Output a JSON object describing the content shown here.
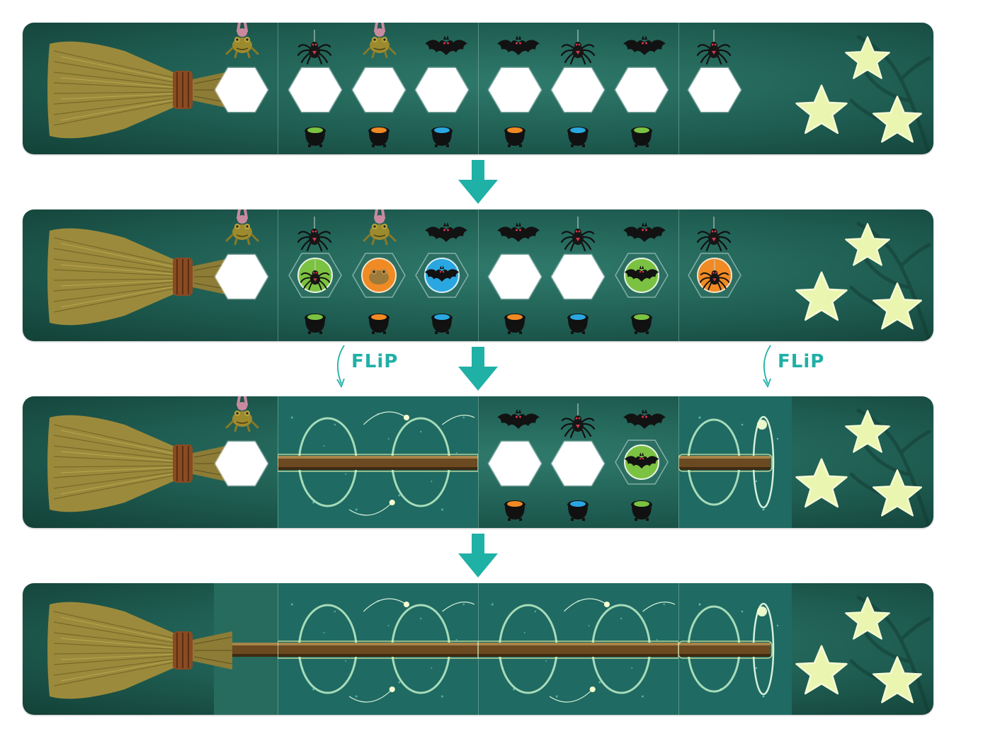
{
  "title": "",
  "colors": {
    "board": "#1f5d52",
    "arrow": "#1fb0a6",
    "star": "#eaf5b0",
    "green_cauldron": "#7cc242",
    "orange_cauldron": "#f08a24",
    "blue_cauldron": "#2aa7e0"
  },
  "flip_labels": [
    "FLiP",
    "FLiP"
  ],
  "icons": [
    "broom-icon",
    "toad-icon",
    "spider-icon",
    "bat-icon",
    "cauldron-icon",
    "star-icon",
    "down-arrow-icon"
  ],
  "rows": [
    {
      "stage": 1,
      "creatures": [
        "toad",
        "spider",
        "toad",
        "bat",
        "bat",
        "spider",
        "bat",
        "spider"
      ],
      "cauldrons": [
        "green",
        "orange",
        "blue",
        "orange",
        "blue",
        "green"
      ],
      "tokens": [
        "empty",
        "empty",
        "empty",
        "empty",
        "empty",
        "empty",
        "empty",
        "empty"
      ],
      "magic_segments": []
    },
    {
      "stage": 2,
      "creatures": [
        "toad",
        "spider",
        "toad",
        "bat",
        "bat",
        "spider",
        "bat",
        "spider"
      ],
      "cauldrons": [
        "green",
        "orange",
        "blue",
        "orange",
        "blue",
        "green"
      ],
      "tokens": [
        "empty",
        "green-spider",
        "orange-toad",
        "blue-bat",
        "empty",
        "empty",
        "green-bat",
        "orange-spider"
      ],
      "magic_segments": []
    },
    {
      "stage": 3,
      "creatures": [
        "toad",
        null,
        null,
        null,
        "bat",
        "spider",
        "bat",
        null
      ],
      "cauldrons": [
        null,
        null,
        null,
        "orange",
        "blue",
        "green"
      ],
      "tokens": [
        "empty",
        null,
        null,
        null,
        "empty",
        "empty",
        "green-bat",
        null
      ],
      "magic_segments": [
        "panel-2",
        "panel-4"
      ]
    },
    {
      "stage": 4,
      "creatures": [],
      "cauldrons": [],
      "tokens": [],
      "magic_segments": [
        "full"
      ]
    }
  ]
}
